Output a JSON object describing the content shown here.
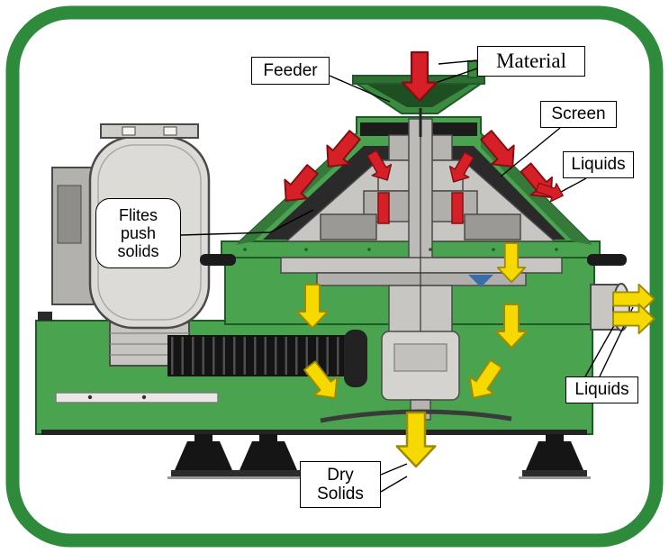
{
  "colors": {
    "frame_green": "#2e8b3c",
    "machine_green": "#4aa34f",
    "machine_green_dark": "#1e5c26",
    "machine_green_shade": "#357a3b",
    "funnel_green": "#3a8a40",
    "screen_dark": "#2a2a2a",
    "metal_light": "#dcdbd7",
    "metal_mid": "#b5b4b0",
    "metal_dark": "#6e6e6a",
    "arrow_red": "#d61f26",
    "arrow_red_outline": "#7e1013",
    "arrow_yellow": "#f5d900",
    "arrow_yellow_outline": "#9e8a00",
    "label_border": "#000000",
    "background": "#ffffff"
  },
  "labels": {
    "feeder": "Feeder",
    "material": "Material",
    "screen": "Screen",
    "liquids_upper": "Liquids",
    "liquids_lower": "Liquids",
    "flites_lines": [
      "Flites",
      "push",
      "solids"
    ],
    "dry_solids_lines": [
      "Dry",
      "Solids"
    ]
  }
}
